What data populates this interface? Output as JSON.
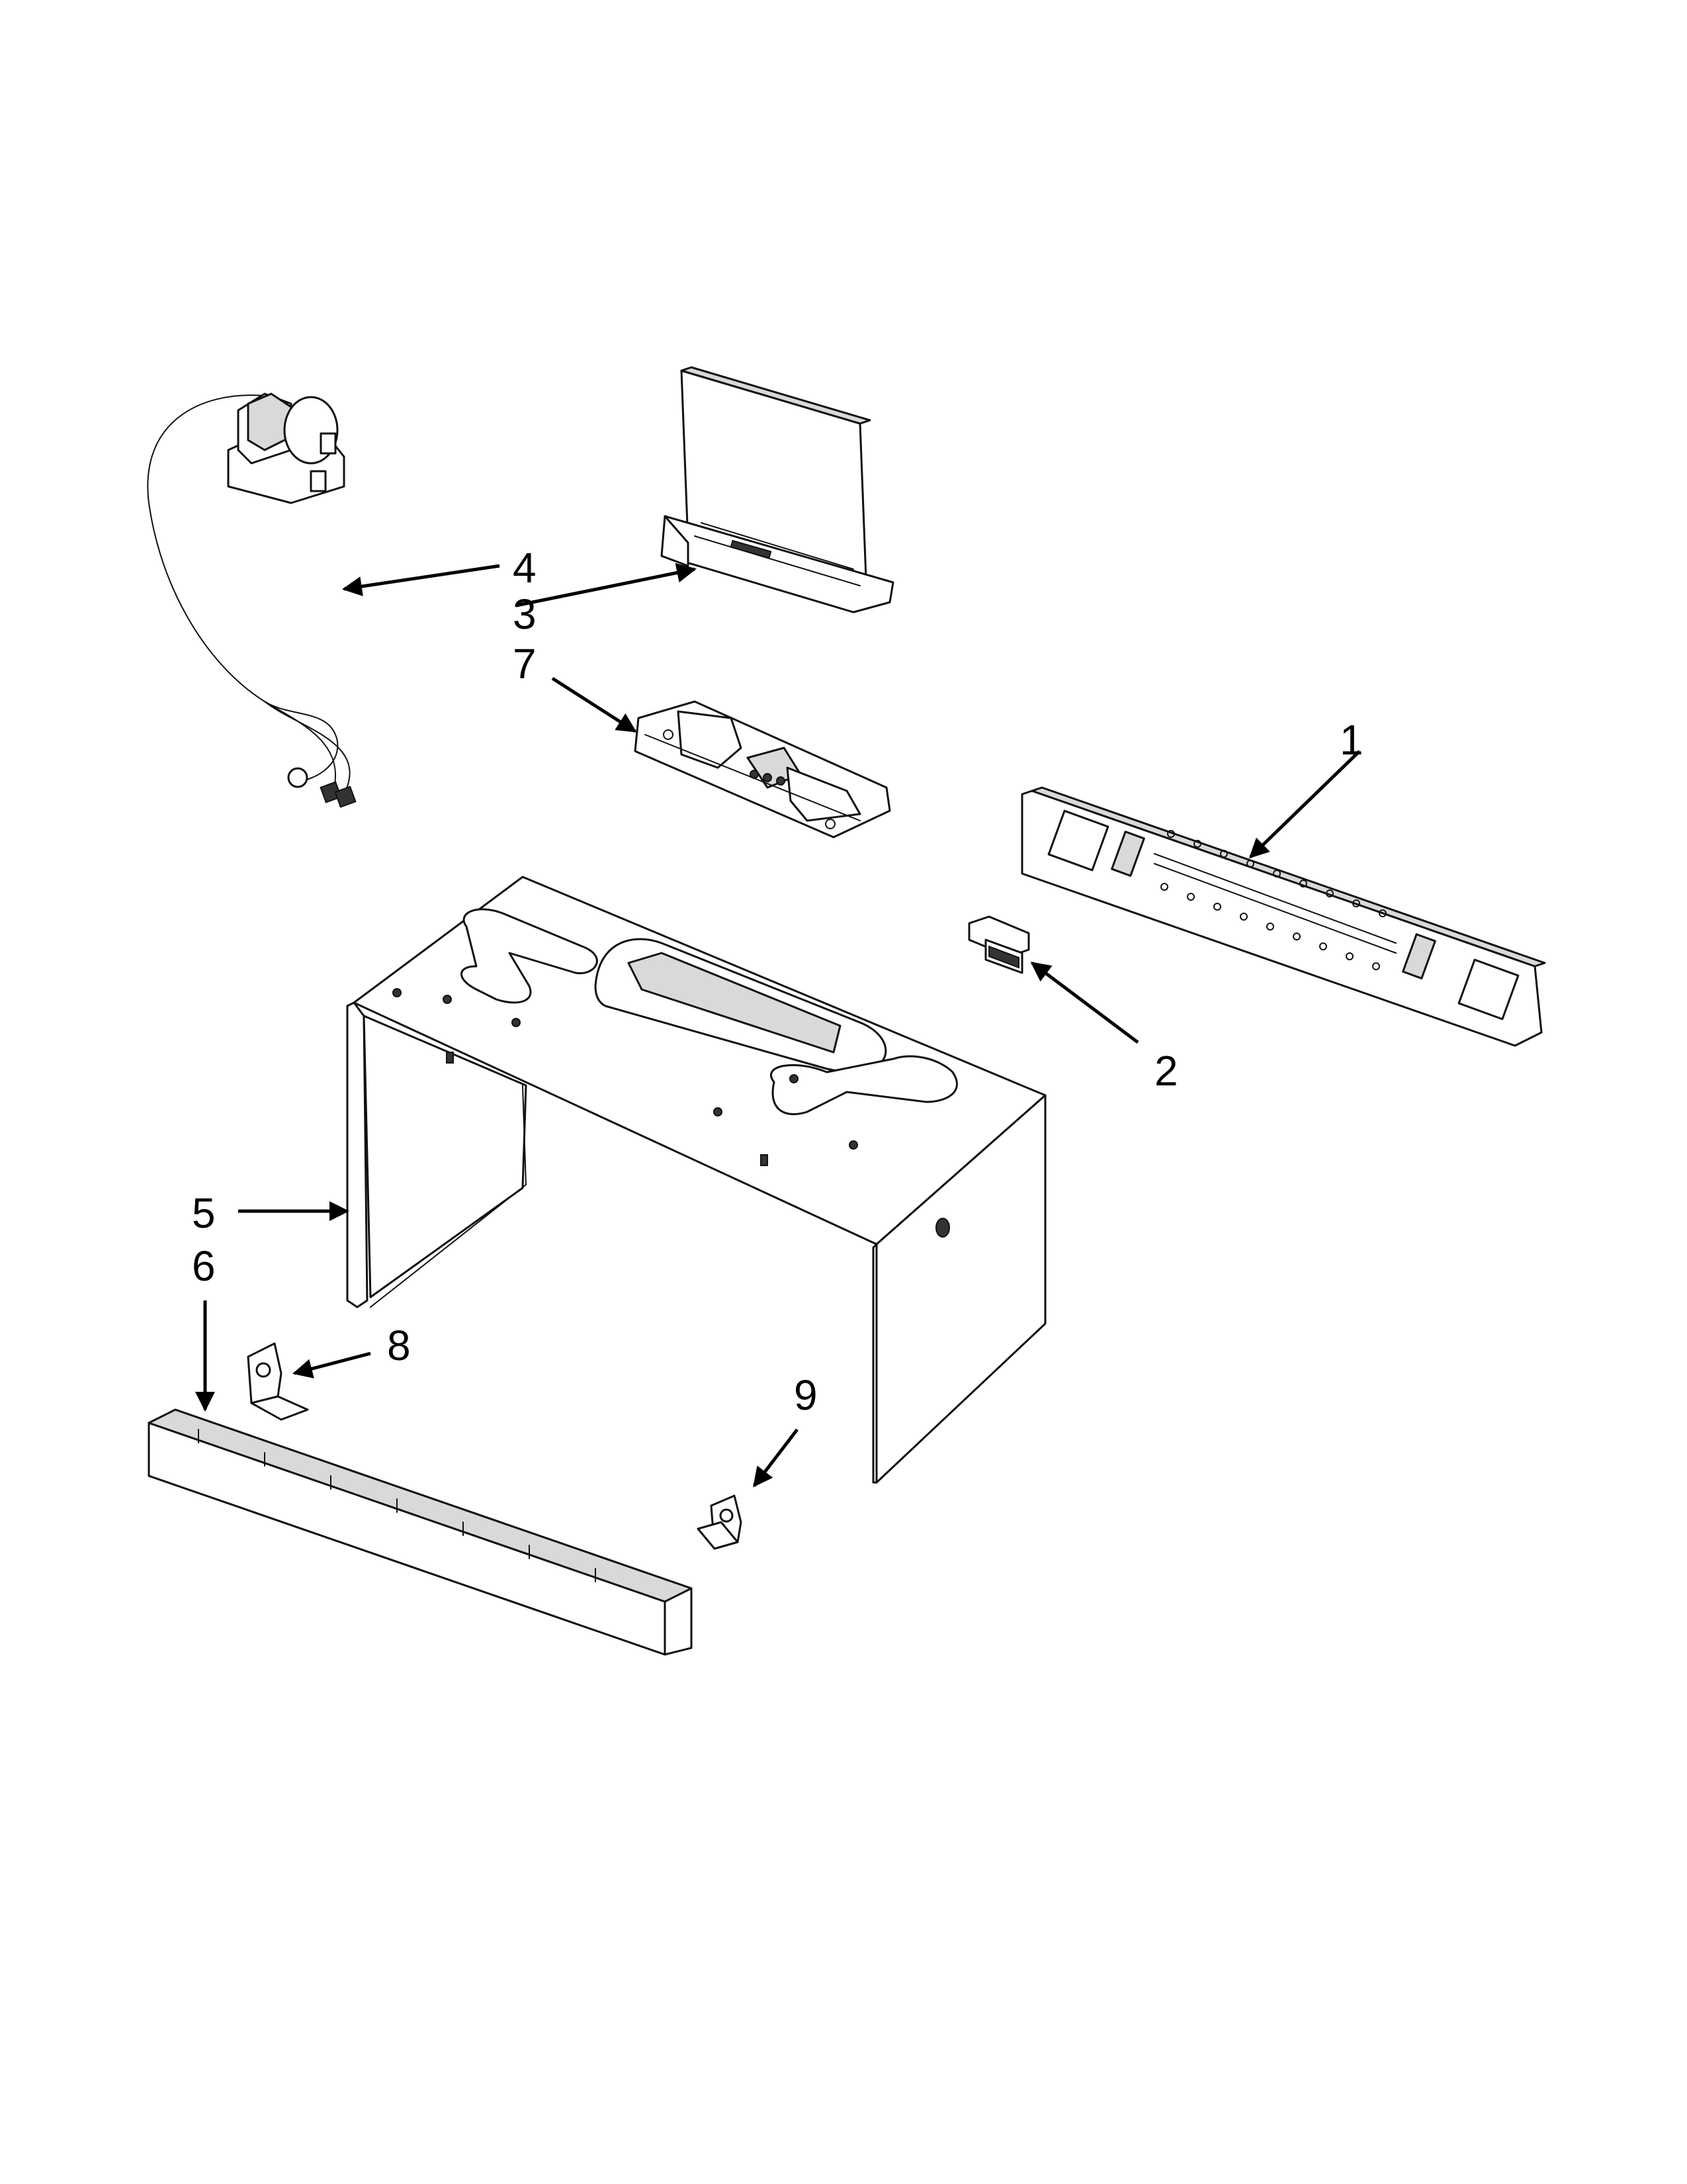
{
  "callouts": [
    {
      "id": "1",
      "label": "1"
    },
    {
      "id": "2",
      "label": "2"
    },
    {
      "id": "3",
      "label": "3"
    },
    {
      "id": "4",
      "label": "4"
    },
    {
      "id": "5",
      "label": "5"
    },
    {
      "id": "6",
      "label": "6"
    },
    {
      "id": "7",
      "label": "7"
    },
    {
      "id": "8",
      "label": "8"
    },
    {
      "id": "9",
      "label": "9"
    }
  ],
  "parts": [
    {
      "callout": "1",
      "icon": "mounting-plate-icon"
    },
    {
      "callout": "2",
      "icon": "bracket-icon"
    },
    {
      "callout": "3",
      "icon": "damper-icon"
    },
    {
      "callout": "4",
      "icon": "power-cord-icon"
    },
    {
      "callout": "5",
      "icon": "cabinet-wrapper-icon"
    },
    {
      "callout": "6",
      "icon": "vent-grille-icon"
    },
    {
      "callout": "7",
      "icon": "control-plate-icon"
    },
    {
      "callout": "8",
      "icon": "support-bracket-icon"
    },
    {
      "callout": "9",
      "icon": "support-bracket-icon"
    }
  ]
}
